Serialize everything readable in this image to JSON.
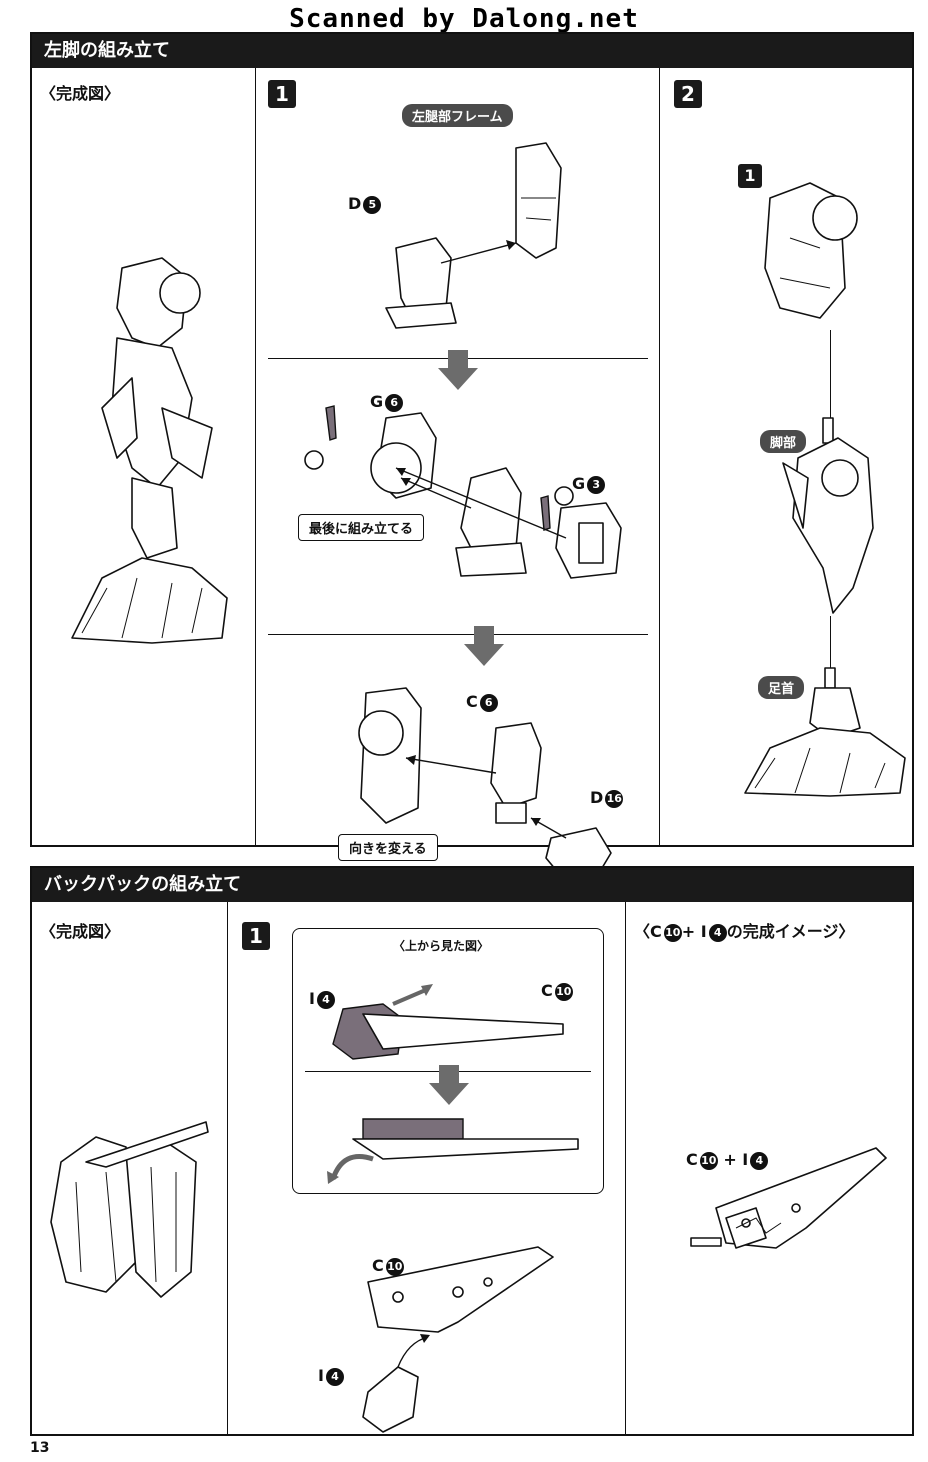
{
  "watermark": "Scanned by Dalong.net",
  "page_number": "13",
  "left_leg": {
    "title": "左脚の組み立て",
    "complete_label": "〈完成図〉",
    "step1": {
      "badge": "1",
      "frame_label": "左腿部フレーム",
      "part_d5": "D",
      "part_d5_num": "5",
      "part_g6": "G",
      "part_g6_num": "6",
      "part_g3": "G",
      "part_g3_num": "3",
      "note_last": "最後に組み立てる",
      "part_c6": "C",
      "part_c6_num": "6",
      "part_d16": "D",
      "part_d16_num": "16",
      "note_turn": "向きを変える"
    },
    "step2": {
      "badge": "2",
      "sub_badge": "1",
      "label_leg": "脚部",
      "label_ankle": "足首"
    }
  },
  "backpack": {
    "title": "バックパックの組み立て",
    "complete_label": "〈完成図〉",
    "step1": {
      "badge": "1",
      "top_view": "〈上から見た図〉",
      "part_i4": "I",
      "part_i4_num": "4",
      "part_c10": "C",
      "part_c10_num": "10",
      "part_c10b": "C",
      "part_c10b_num": "10",
      "part_i4b": "I",
      "part_i4b_num": "4"
    },
    "image_panel": {
      "title_pre": "〈C",
      "title_num1": "10",
      "title_mid": "+ I",
      "title_num2": "4",
      "title_post": "の完成イメージ〉",
      "combo_c": "C",
      "combo_c_num": "10",
      "combo_plus": "+ I",
      "combo_i_num": "4"
    }
  },
  "colors": {
    "header": "#1a1a1a",
    "arrow": "#6c6c6c",
    "pill": "#4b4b4b",
    "purple_part": "#7a6f7a"
  }
}
